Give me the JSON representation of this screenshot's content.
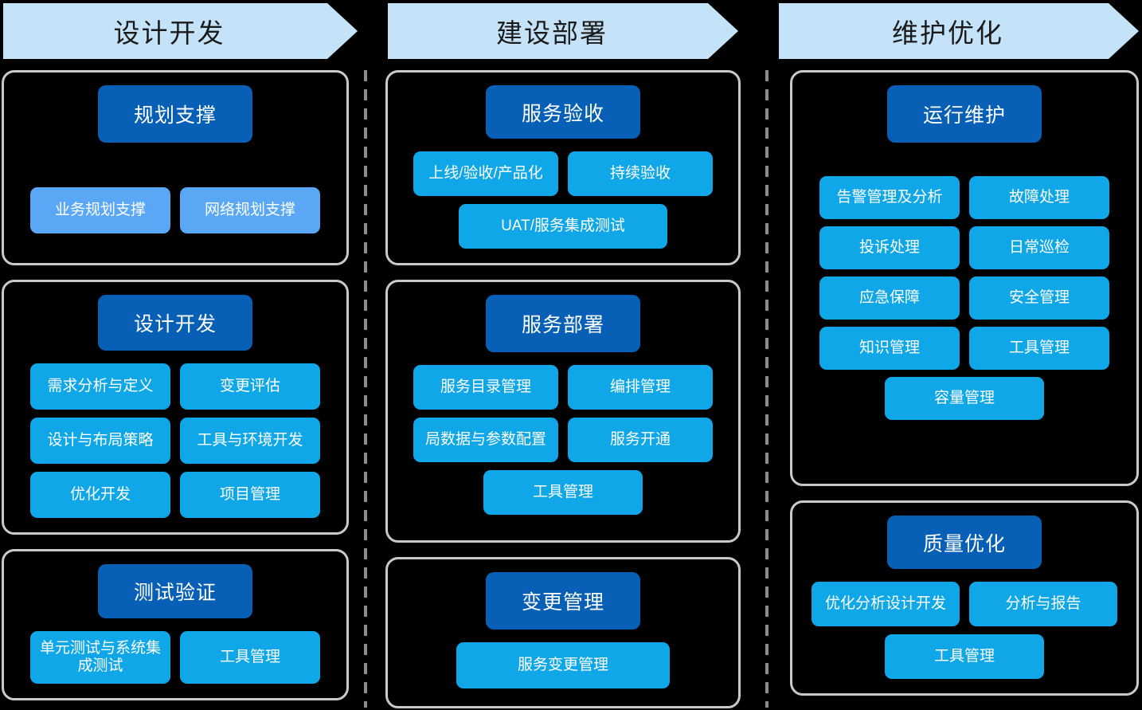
{
  "colors": {
    "background": "#000000",
    "phase_header_bg": "#c5e3f8",
    "phase_header_text": "#1a1a1a",
    "panel_border": "#c9c9c9",
    "group_title_bg": "#0760b6",
    "item_cyan": "#10a7e8",
    "item_sky": "#5aa8f5",
    "divider": "#8c8c8c",
    "item_text": "#ffffff"
  },
  "phases": [
    {
      "title": "设计开发"
    },
    {
      "title": "建设部署"
    },
    {
      "title": "维护优化"
    }
  ],
  "columns": [
    {
      "phase": "设计开发",
      "groups": [
        {
          "title": "规划支撑",
          "item_style": "sky",
          "items": [
            "业务规划支撑",
            "网络规划支撑"
          ]
        },
        {
          "title": "设计开发",
          "item_style": "cyan",
          "items": [
            "需求分析与定义",
            "变更评估",
            "设计与布局策略",
            "工具与环境开发",
            "优化开发",
            "项目管理"
          ]
        },
        {
          "title": "测试验证",
          "item_style": "cyan",
          "items": [
            "单元测试与系统集成测试",
            "工具管理"
          ]
        }
      ]
    },
    {
      "phase": "建设部署",
      "groups": [
        {
          "title": "服务验收",
          "item_style": "cyan",
          "items": [
            "上线/验收/产品化",
            "持续验收",
            "UAT/服务集成测试"
          ]
        },
        {
          "title": "服务部署",
          "item_style": "cyan",
          "items": [
            "服务目录管理",
            "编排管理",
            "局数据与参数配置",
            "服务开通",
            "工具管理"
          ]
        },
        {
          "title": "变更管理",
          "item_style": "cyan",
          "items": [
            "服务变更管理"
          ]
        }
      ]
    },
    {
      "phase": "维护优化",
      "groups": [
        {
          "title": "运行维护",
          "item_style": "cyan",
          "items": [
            "告警管理及分析",
            "故障处理",
            "投诉处理",
            "日常巡检",
            "应急保障",
            "安全管理",
            "知识管理",
            "工具管理",
            "容量管理"
          ]
        },
        {
          "title": "质量优化",
          "item_style": "cyan",
          "items": [
            "优化分析设计开发",
            "分析与报告",
            "工具管理"
          ]
        }
      ]
    }
  ]
}
